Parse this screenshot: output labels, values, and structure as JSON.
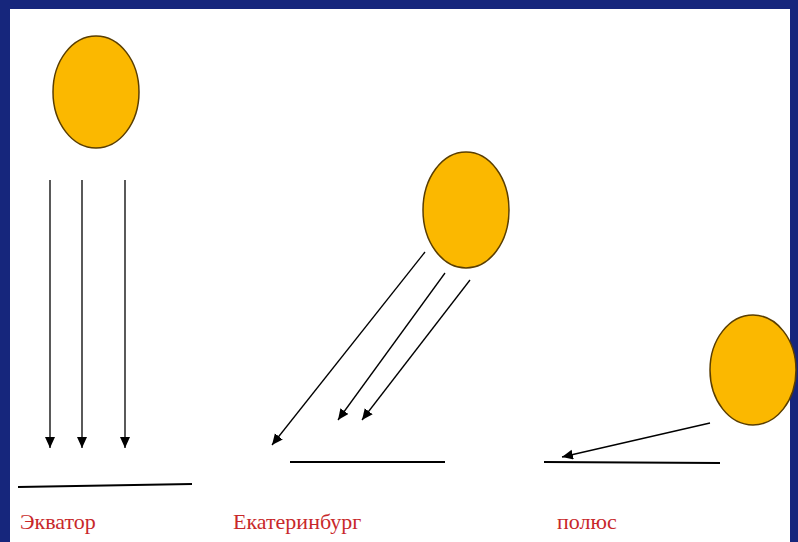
{
  "diagram": {
    "labels": [
      "Экватор",
      "Екатеринбург",
      "полюс"
    ]
  }
}
